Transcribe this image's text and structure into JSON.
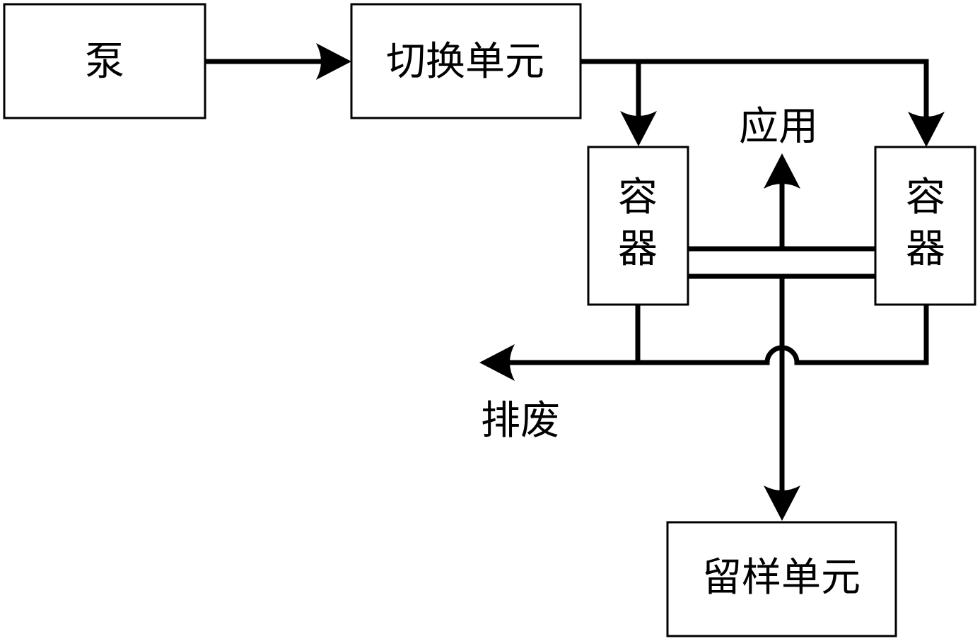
{
  "diagram": {
    "background_color": "#ffffff",
    "line_color": "#000000",
    "box_fill_color": "#ffffff",
    "nodes": {
      "pump": {
        "label": "泵"
      },
      "switching_unit": {
        "label": "切换单元"
      },
      "container_left": {
        "line1": "容",
        "line2": "器"
      },
      "container_right": {
        "line1": "容",
        "line2": "器"
      },
      "sample_retention_unit": {
        "label": "留样单元"
      }
    },
    "flow_labels": {
      "application": "应用",
      "waste_discharge": "排废"
    }
  }
}
